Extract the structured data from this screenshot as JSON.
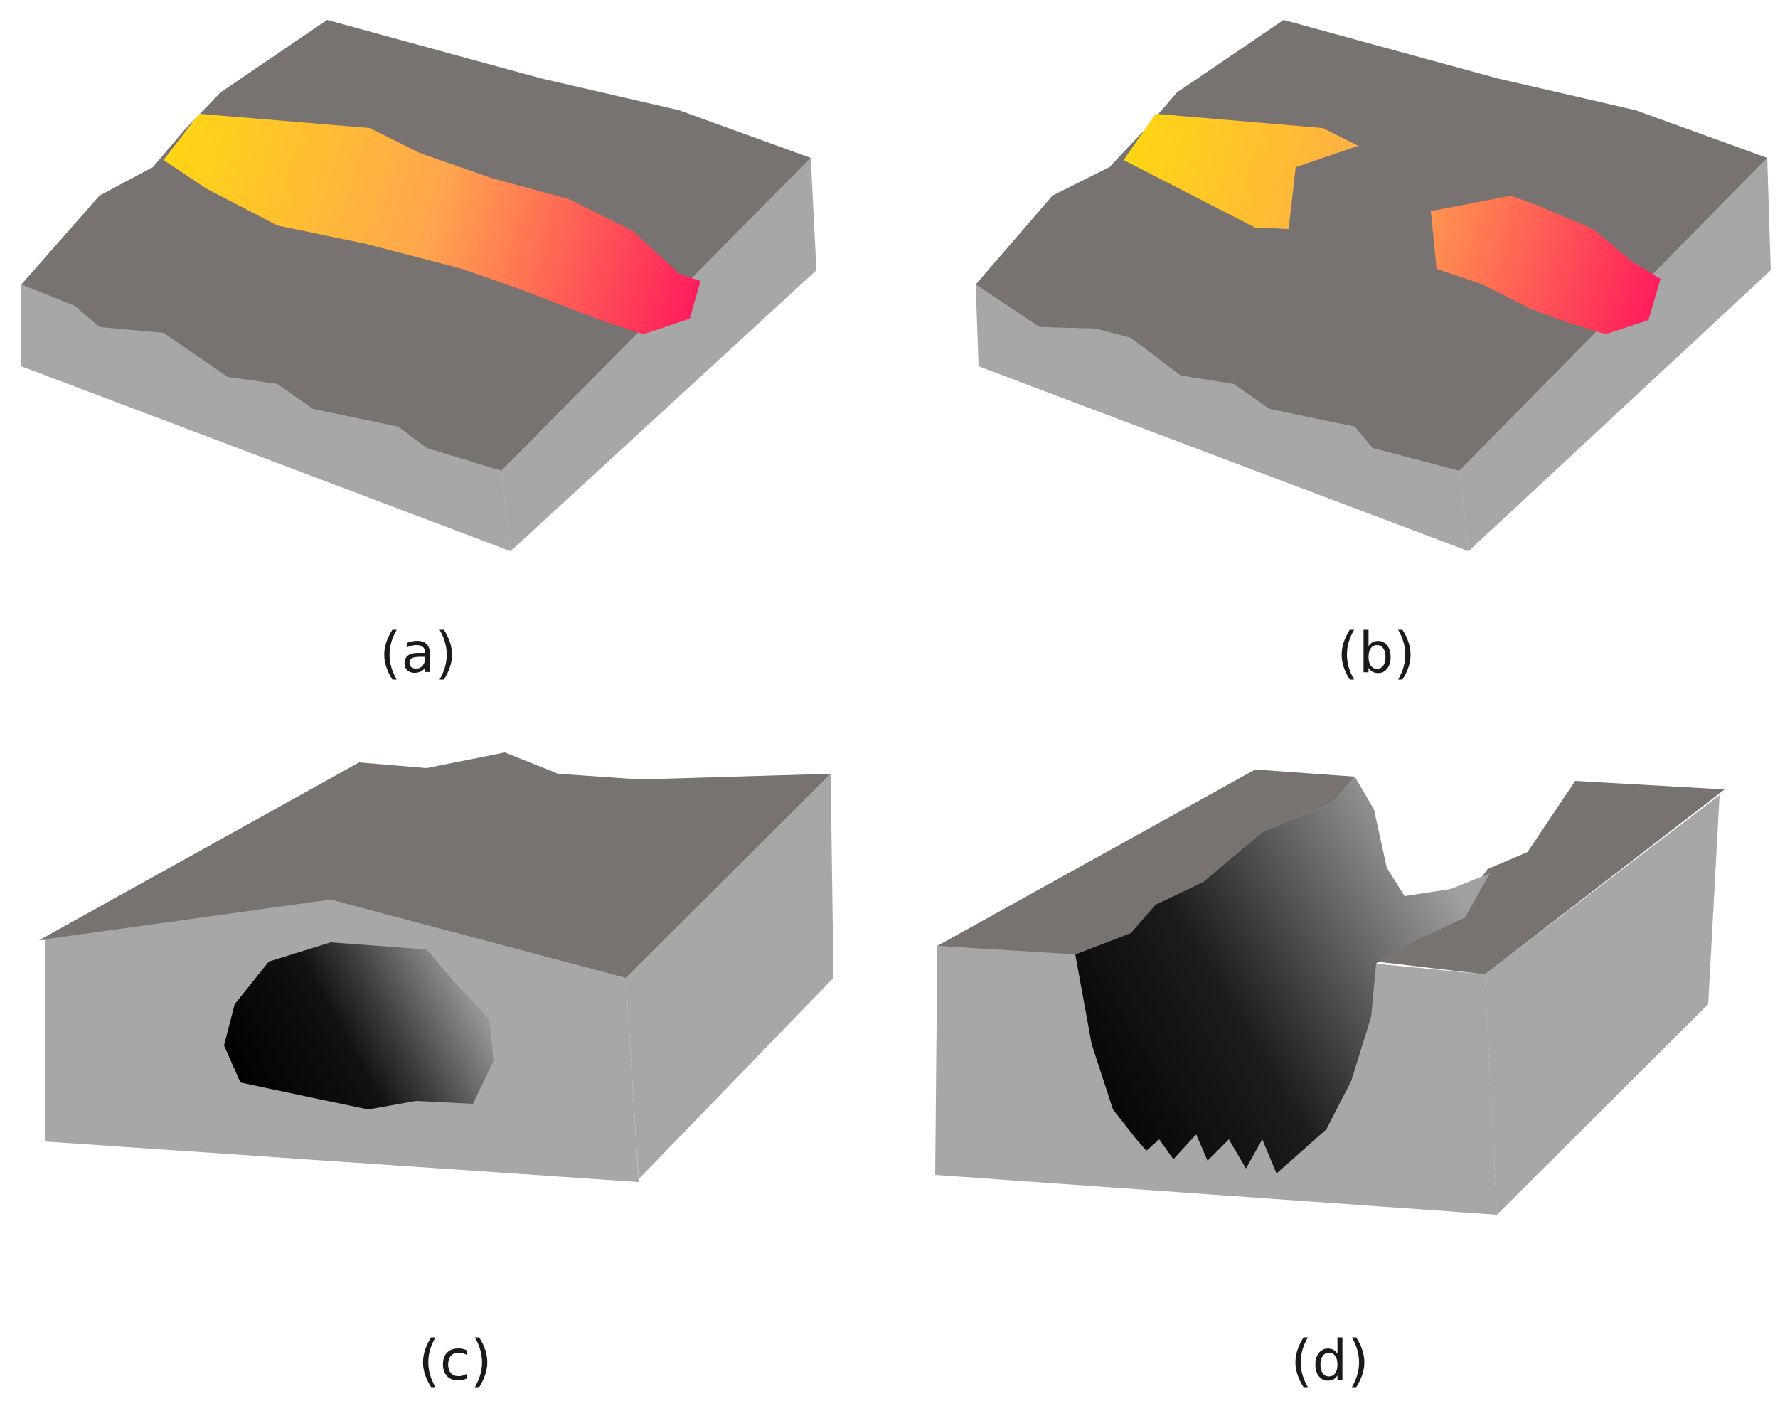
{
  "figure": {
    "panels": [
      {
        "id": "a",
        "label": "(a)"
      },
      {
        "id": "b",
        "label": "(b)"
      },
      {
        "id": "c",
        "label": "(c)"
      },
      {
        "id": "d",
        "label": "(d)"
      }
    ],
    "colors": {
      "top_surface": "#787270",
      "side_face": "#a7a7a7",
      "background": "#ffffff",
      "band_start": "#ffd713",
      "band_mid": "#ffa64e",
      "band_end": "#ff1b5c",
      "cavity_dark": "#000000",
      "cavity_light": "#9a9a9a",
      "label_text": "#1a1a1a"
    }
  }
}
